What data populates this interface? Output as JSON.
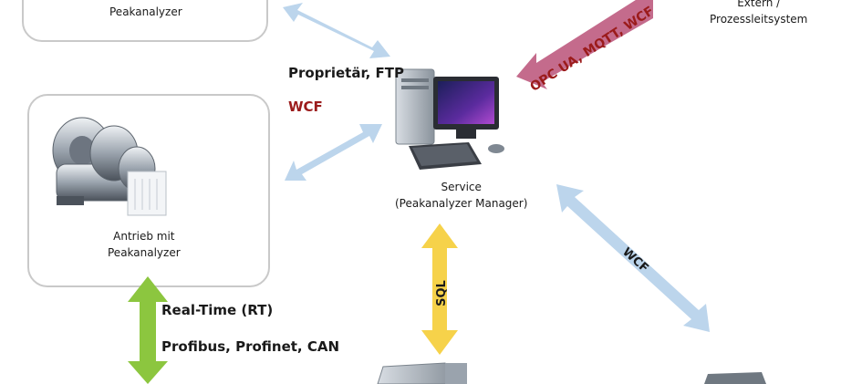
{
  "nodes": {
    "top_left_label": "Peakanalyzer",
    "drive_label_line1": "Antrieb mit",
    "drive_label_line2": "Peakanalyzer",
    "service_label_line1": "Service",
    "service_label_line2": "(Peakanalyzer Manager)",
    "external_line1": "Extern /",
    "external_line2": "Prozessleitsystem"
  },
  "connections": {
    "proprietary": "Proprietär, FTP",
    "wcf_red": "WCF",
    "opc": "OPC UA, MQTT, WCF",
    "sql": "SQL",
    "wcf_diag": "WCF",
    "realtime": "Real-Time (RT)",
    "fieldbus": "Profibus, Profinet, CAN"
  },
  "colors": {
    "arrow_blue": "#bcd5ec",
    "arrow_pink": "#c46b8c",
    "arrow_yellow": "#f6d24a",
    "arrow_green": "#8cc63f",
    "box_border": "#c9c9c9",
    "red_text": "#9b1b1b"
  }
}
